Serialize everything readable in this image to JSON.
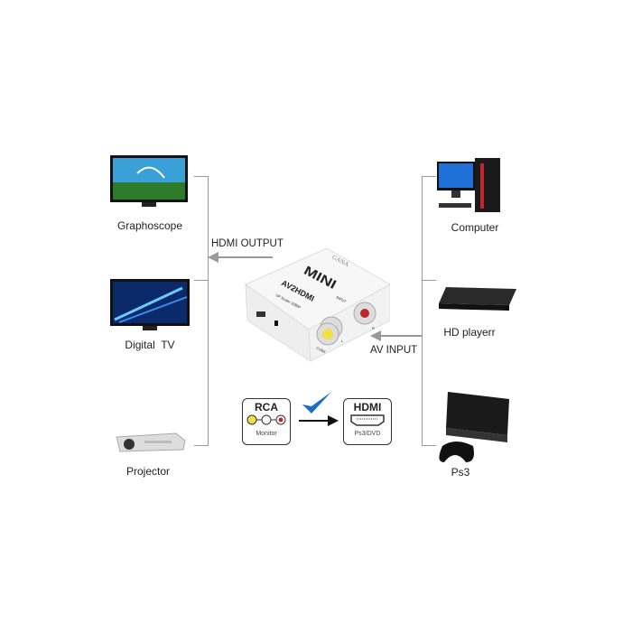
{
  "left_devices": [
    {
      "label": "Graphoscope"
    },
    {
      "label": "Digital  TV"
    },
    {
      "label": "Projector"
    }
  ],
  "right_devices": [
    {
      "label": "Computer"
    },
    {
      "label": "HD playerr"
    },
    {
      "label": "Ps3"
    }
  ],
  "arrows": {
    "output": "HDMI OUTPUT",
    "input": "AV INPUT"
  },
  "device": {
    "brand": "GANA",
    "model": "MINI",
    "name": "AV2HDMI",
    "sub": "UP Scaler 1080P",
    "input": "INPUT",
    "cvbs": "CVBS",
    "l": "L",
    "r": "R"
  },
  "rca_badge": {
    "title": "RCA",
    "sub": "Monitor"
  },
  "hdmi_badge": {
    "title": "HDMI",
    "sub": "Ps3/DVD"
  },
  "colors": {
    "check": "#1a6fc4",
    "yellow": "#f2e04a",
    "red": "#c0272d"
  }
}
